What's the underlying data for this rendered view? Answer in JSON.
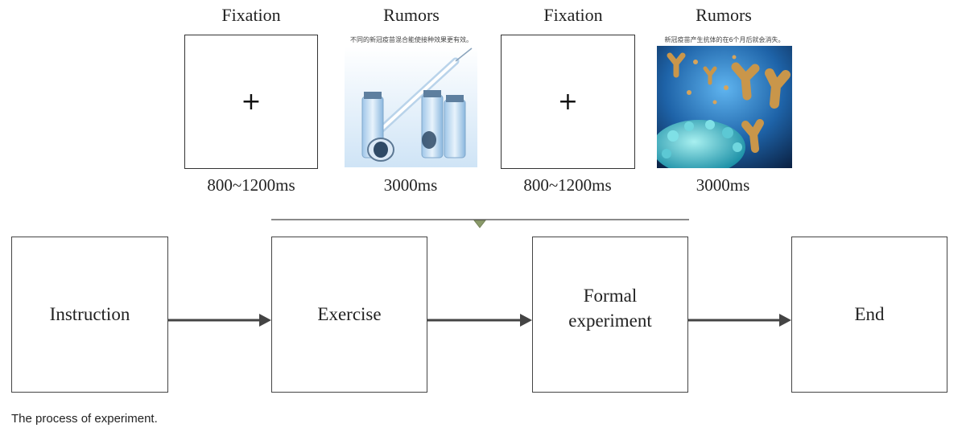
{
  "stimuli": [
    {
      "title": "Fixation",
      "symbol": "+",
      "duration": "800~1200ms"
    },
    {
      "title": "Rumors",
      "text": "不同的新冠疫苗混合能使接种效果更有效。",
      "image": "vaccine-vials-syringe",
      "duration": "3000ms"
    },
    {
      "title": "Fixation",
      "symbol": "+",
      "duration": "800~1200ms"
    },
    {
      "title": "Rumors",
      "text": "新冠疫苗产生抗体的在6个月后就会消失。",
      "image": "antibodies-virus",
      "duration": "3000ms"
    }
  ],
  "flow": [
    {
      "label": "Instruction"
    },
    {
      "label": "Exercise"
    },
    {
      "label": "Formal\nexperiment"
    },
    {
      "label": "End"
    }
  ],
  "caption": "The process of experiment.",
  "colors": {
    "line": "#444444",
    "marker": "#8a9a6a",
    "image_blue": "#3a8fd0",
    "antibody": "#c9964a"
  }
}
